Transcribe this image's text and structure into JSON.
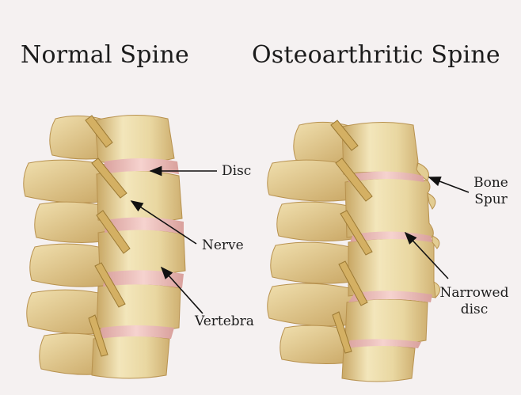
{
  "titles": {
    "left": "Normal Spine",
    "right": "Osteoarthritic Spine"
  },
  "labels": {
    "disc": "Disc",
    "nerve": "Nerve",
    "vertebra": "Vertebra",
    "bone_spur_line1": "Bone",
    "bone_spur_line2": "Spur",
    "narrowed_disc_line1": "Narrowed",
    "narrowed_disc_line2": "disc"
  },
  "colors": {
    "background": "#f5f1f1",
    "bone": "#e9d7a1",
    "bone_shadow": "#c9a865",
    "disc": "#e8b4b0",
    "nerve": "#c8a34f",
    "arrow": "#111111"
  }
}
